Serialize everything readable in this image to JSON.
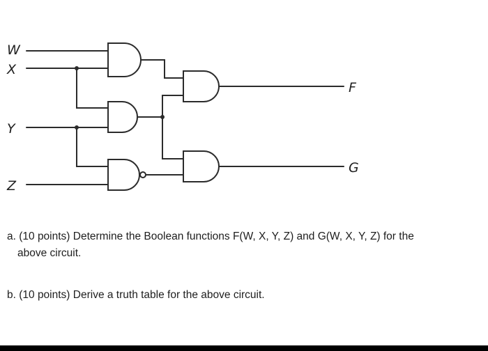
{
  "circuit": {
    "inputs": [
      "W",
      "X",
      "Y",
      "Z"
    ],
    "outputs": [
      "F",
      "G"
    ],
    "gates": [
      {
        "id": "and1",
        "type": "AND",
        "inputs": [
          "W",
          "X"
        ]
      },
      {
        "id": "and2",
        "type": "AND",
        "inputs": [
          "X",
          "Y"
        ]
      },
      {
        "id": "nand1",
        "type": "NAND",
        "inputs": [
          "Y",
          "Z"
        ]
      },
      {
        "id": "and_f",
        "type": "AND",
        "inputs": [
          "and1",
          "and2"
        ],
        "output": "F"
      },
      {
        "id": "and_g",
        "type": "AND",
        "inputs": [
          "and2",
          "nand1"
        ],
        "output": "G"
      }
    ]
  },
  "questions": {
    "a_line1": "a. (10 points) Determine the Boolean functions F(W, X, Y, Z) and G(W, X, Y, Z) for the",
    "a_line2": "above circuit.",
    "b": "b. (10 points) Derive a truth table for the above circuit."
  }
}
